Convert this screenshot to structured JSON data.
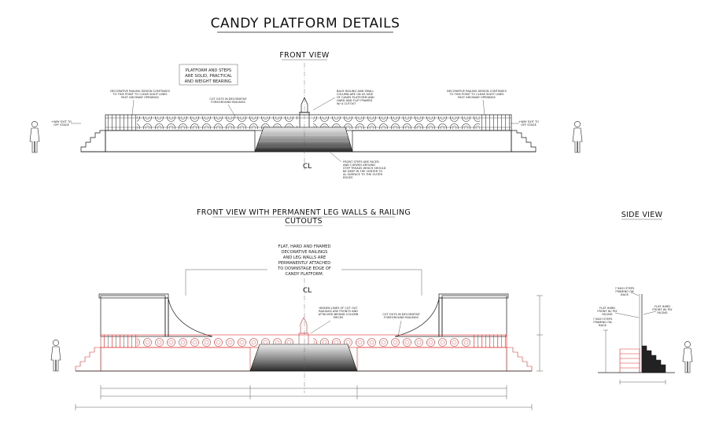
{
  "sheet": {
    "title": "CANDY PLATFORM DETAILS"
  },
  "views": {
    "front_view": "FRONT VIEW",
    "front_view_leg_walls_line1": "FRONT VIEW WITH PERMANENT LEG WALLS & RAILING",
    "front_view_leg_walls_line2": "CUTOUTS",
    "side_view": "SIDE VIEW"
  },
  "notes": {
    "platform_box": [
      "PLATFORM AND STEPS",
      "ARE SOLID, PRACTICAL",
      "AND WEIGHT BEARING."
    ],
    "railing_left": [
      "DECORATIVE RAILING DESIGN CONTINUES",
      "TO THIS POINT TO CLEAR SIGHT LINES",
      "PAST ARCHWAY OPENINGS"
    ],
    "cut_outs": [
      "CUT OUTS IN DECORATIVE",
      "FOREGROUND RAILINGS"
    ],
    "column": [
      "BACK RAILING AND SMALL",
      "COLUMN ARE ON US SIDE",
      "OF CANDY PLATFORM AND",
      "HARD AND FLAT FRAMED",
      "W/ A CUTOUT"
    ],
    "railing_right": [
      "DECORATIVE RAILING DESIGN CONTINUES",
      "TO THIS POINT TO CLEAR SIGHT LINES",
      "PAST ARCHWAY OPENINGS"
    ],
    "exit_left": [
      "+WAY EXIT TO",
      "OFF STAGE"
    ],
    "exit_right": [
      "+WAY EXIT TO",
      "OFF STAGE"
    ],
    "front_steps": [
      "FRONT STEPS ARE FACED",
      "AND CURVED AROUND",
      "STEP TREADS WHICH SHOULD",
      "BE DEEP IN THE CENTER TO",
      "AL SURFACE TO THE OUTER",
      "EDGES"
    ],
    "flat_hard": [
      "FLAT, HARD AND FRAMED",
      "DECORATIVE RAILINGS",
      "AND LEG WALLS ARE",
      "PERMANENTLY ATTACHED",
      "TO DOWNSTAGE EDGE OF",
      "CANDY PLATFORM."
    ],
    "hidden_lines": [
      "HIDDEN LINES OF CUT OUT",
      "RAILINGS ARE FRONTS AND",
      "ATTACHED BEHIND COLUMN",
      "PIECES"
    ],
    "cut_outs_2": [
      "CUT OUTS IN DECORATIVE",
      "FOREGROUND RAILINGS"
    ],
    "side_steps": [
      "7 INCH STEPS",
      "FRAMING ON",
      "BACK"
    ],
    "side_flat_left": [
      "FLAT HARD",
      "FRONT W/ PLY",
      "FACING"
    ],
    "side_flat_right": [
      "FLAT HARD",
      "FRONT W/ PLY",
      "FACING"
    ],
    "side_rise": [
      "7 INCH STEPS",
      "FRAMING ON",
      "BACK"
    ]
  },
  "centerline": "CL",
  "colors": {
    "ink": "#1a1a1a",
    "cutout": "#e03030"
  },
  "icons": [
    "human-figure-icon",
    "centerline-icon"
  ]
}
